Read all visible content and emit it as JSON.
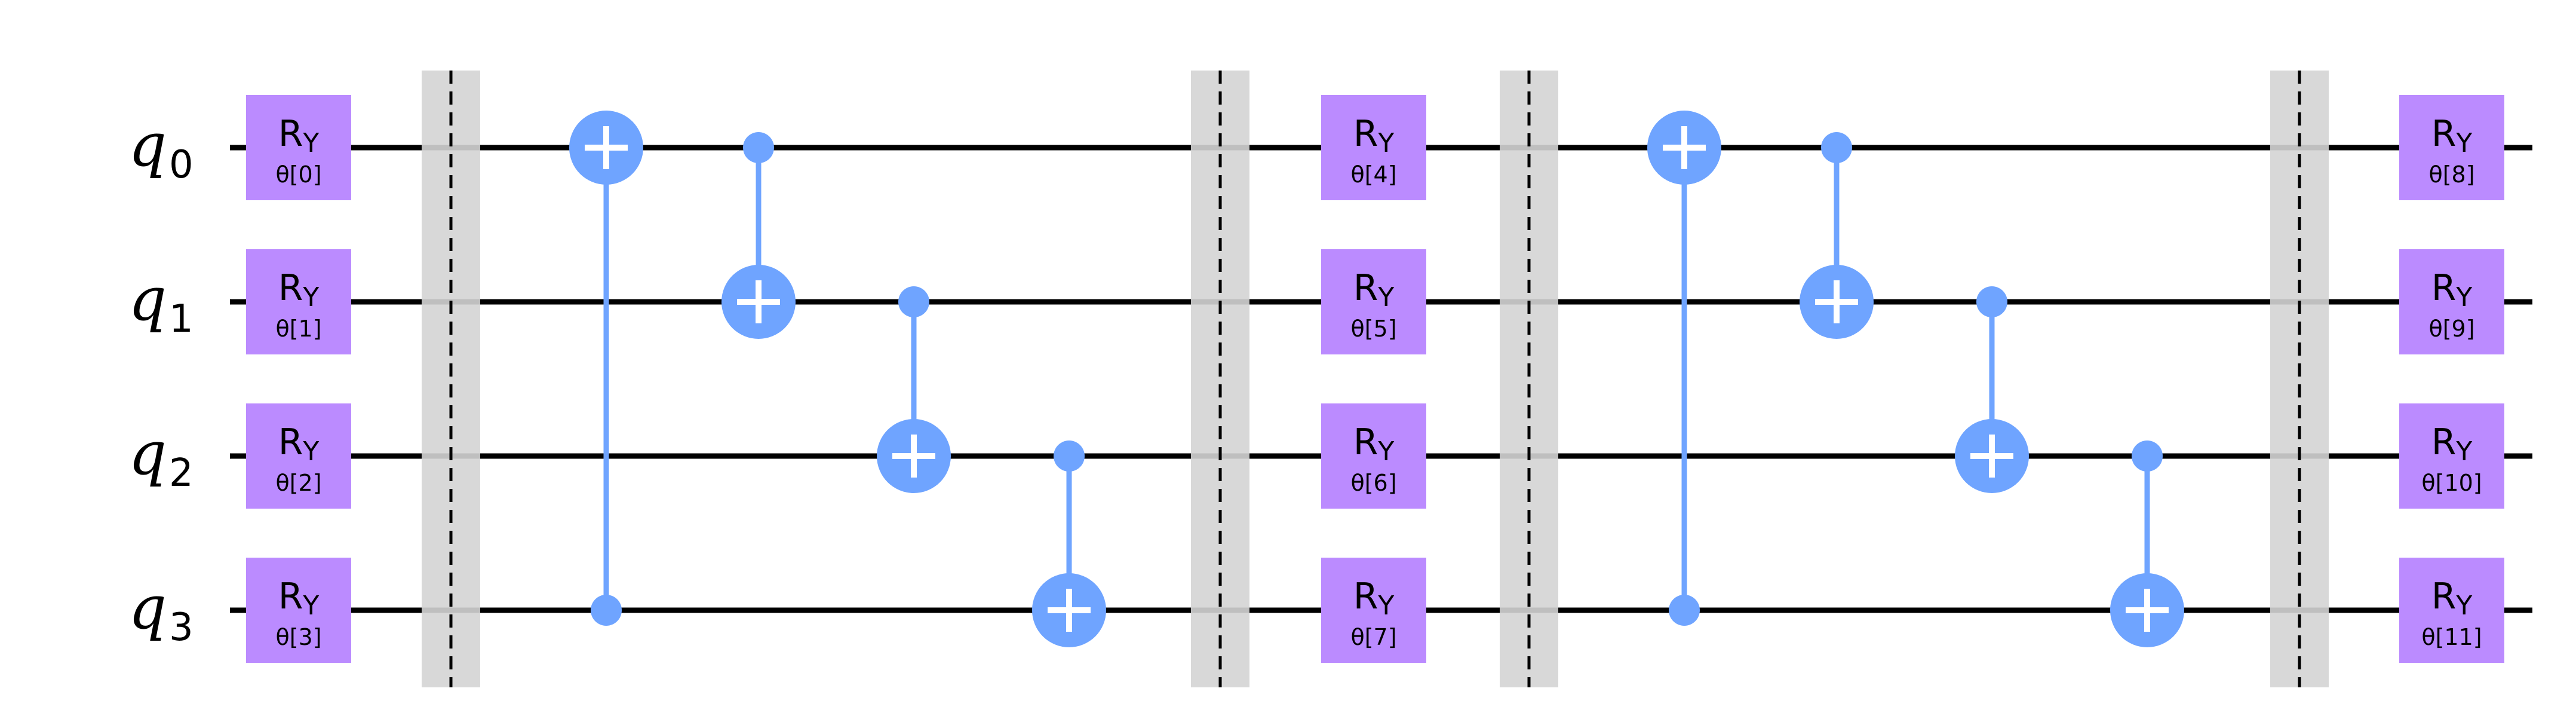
{
  "circuit": {
    "colors": {
      "wire": "#000000",
      "barrier": "#d4d4d4",
      "gate_fill": "#bb8bff",
      "cnot": "#6fa4ff",
      "plus": "#ffffff"
    },
    "qubits": [
      {
        "name": "q",
        "sub": "0"
      },
      {
        "name": "q",
        "sub": "1"
      },
      {
        "name": "q",
        "sub": "2"
      },
      {
        "name": "q",
        "sub": "3"
      }
    ],
    "gate_label": {
      "name": "R",
      "sub": "Y"
    },
    "params": [
      "θ[0]",
      "θ[1]",
      "θ[2]",
      "θ[3]",
      "θ[4]",
      "θ[5]",
      "θ[6]",
      "θ[7]",
      "θ[8]",
      "θ[9]",
      "θ[10]",
      "θ[11]"
    ],
    "layers": [
      {
        "type": "ry",
        "params": [
          0,
          1,
          2,
          3
        ]
      },
      {
        "type": "barrier"
      },
      {
        "type": "cx",
        "control": 3,
        "target": 0
      },
      {
        "type": "cx",
        "control": 0,
        "target": 1
      },
      {
        "type": "cx",
        "control": 1,
        "target": 2
      },
      {
        "type": "cx",
        "control": 2,
        "target": 3
      },
      {
        "type": "barrier"
      },
      {
        "type": "ry",
        "params": [
          4,
          5,
          6,
          7
        ]
      },
      {
        "type": "barrier"
      },
      {
        "type": "cx",
        "control": 3,
        "target": 0
      },
      {
        "type": "cx",
        "control": 0,
        "target": 1
      },
      {
        "type": "cx",
        "control": 1,
        "target": 2
      },
      {
        "type": "cx",
        "control": 2,
        "target": 3
      },
      {
        "type": "barrier"
      },
      {
        "type": "ry",
        "params": [
          8,
          9,
          10,
          11
        ]
      }
    ]
  }
}
